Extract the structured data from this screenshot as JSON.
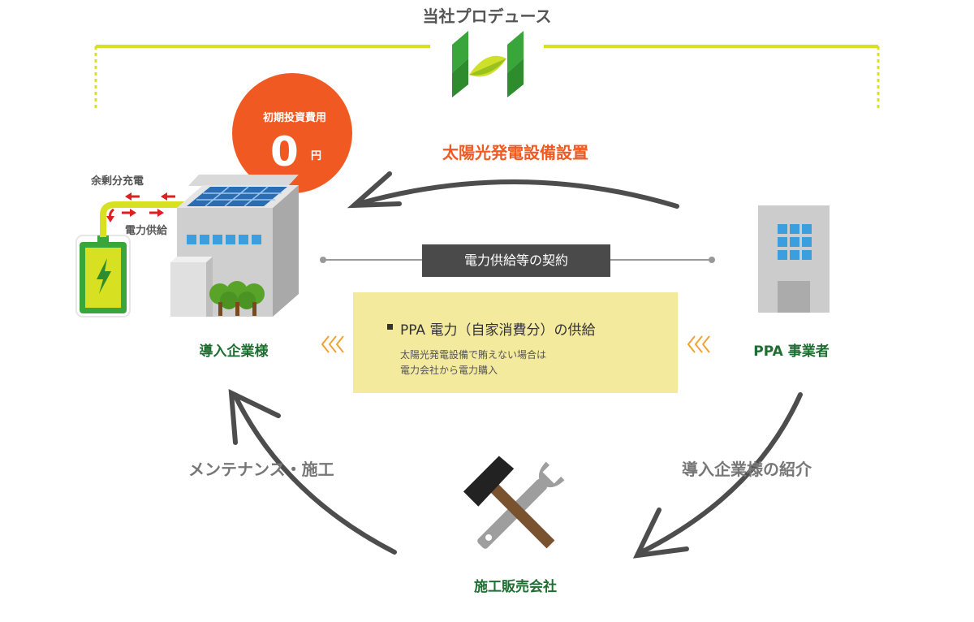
{
  "header": {
    "title": "当社プロデュース"
  },
  "budget": {
    "label": "初期投資費用",
    "amount": "0",
    "unit": "円"
  },
  "flows": {
    "installation": "太陽光発電設備設置",
    "contract": "電力供給等の契約",
    "maintenance": "メンテナンス・施工",
    "introduction": "導入企業様の紹介"
  },
  "battery": {
    "surplus_label": "余剰分充電",
    "supply_label": "電力供給"
  },
  "parties": {
    "company": "導入企業様",
    "ppa_provider": "PPA 事業者",
    "installer": "施工販売会社"
  },
  "supply_box": {
    "title": "PPA 電力（自家消費分）の供給",
    "note_line1": "太陽光発電設備で賄えない場合は",
    "note_line2": "電力会社から電力購入"
  },
  "colors": {
    "accent_orange": "#f05a22",
    "lime": "#d7e021",
    "dark_green": "#1e6e32",
    "leaf_green": "#3aa53a",
    "supply_box_bg": "#f3ea9e",
    "contract_box_bg": "#4a4a4a",
    "arrow_gray": "#4d4d4d",
    "building_gray": "#b5b5b5",
    "window_blue": "#3a9fdc"
  },
  "icons": {
    "logo": "leaf-logo-icon",
    "battery": "battery-icon",
    "factory": "factory-with-solar-panel-icon",
    "office": "office-building-icon",
    "tools": "wrench-hammer-icon"
  }
}
